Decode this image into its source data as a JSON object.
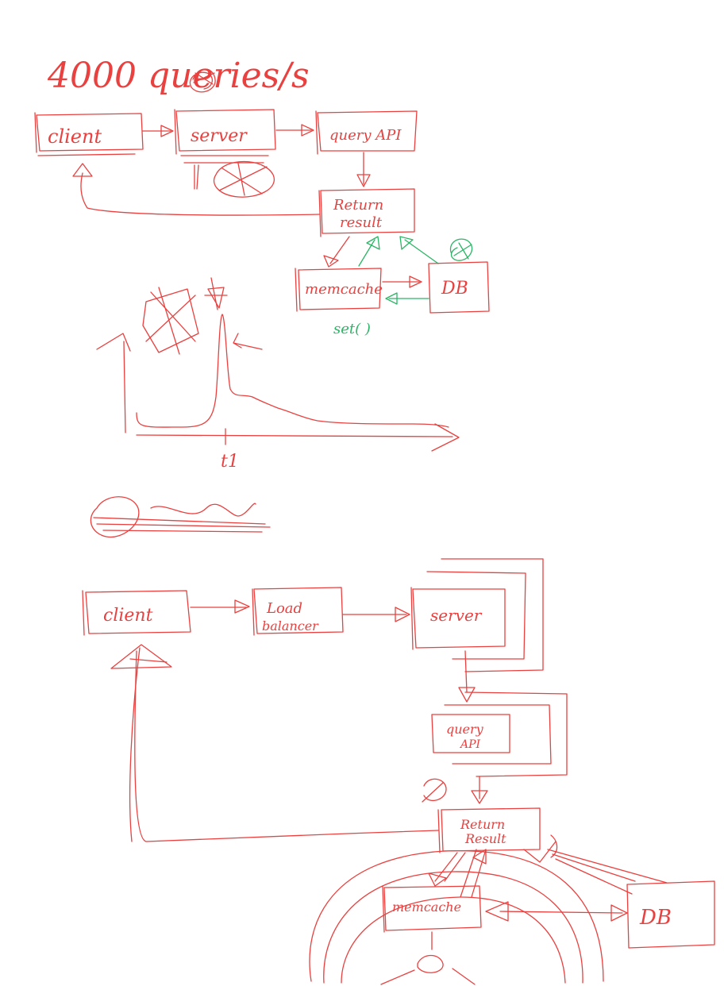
{
  "heading": "4000 queries/s",
  "top_flow": {
    "client": "client",
    "server": "server",
    "query_api": "query API",
    "return_result": [
      "Return",
      "result"
    ],
    "memcache": "memcache",
    "db": "DB",
    "set_call": "set( )"
  },
  "spike_chart": {
    "x_tick": "t1"
  },
  "bottom_flow": {
    "client": "client",
    "load_balancer": [
      "Load",
      "balancer"
    ],
    "server": "server",
    "query_api": [
      "query",
      "API"
    ],
    "return_result": [
      "Return",
      "Result"
    ],
    "memcache": "memcache",
    "db": "DB"
  },
  "colors": {
    "ink_red": "#e8413f",
    "ink_green": "#2bb566",
    "background": "#ffffff"
  }
}
